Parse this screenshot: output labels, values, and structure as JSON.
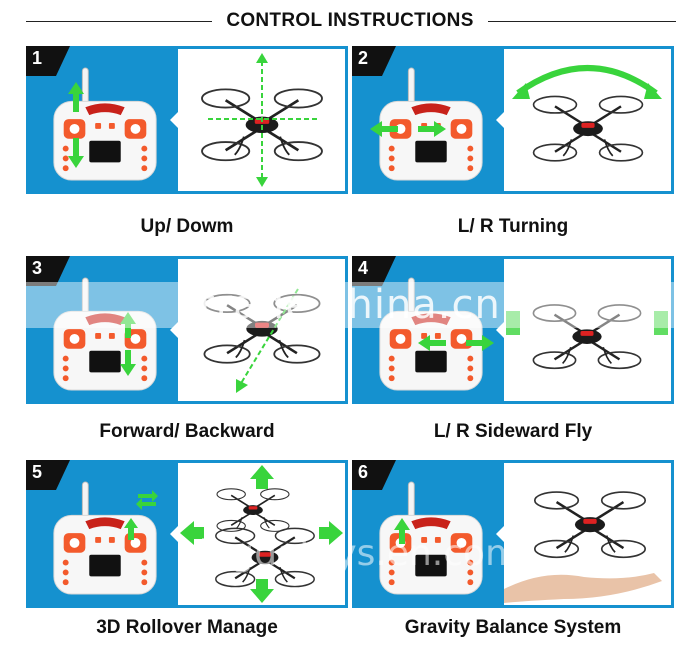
{
  "header": {
    "title": "CONTROL INSTRUCTIONS"
  },
  "panels": [
    {
      "number": "1",
      "caption": "Up/ Dowm"
    },
    {
      "number": "2",
      "caption": "L/ R Turning"
    },
    {
      "number": "3",
      "caption": "Forward/ Backward"
    },
    {
      "number": "4",
      "caption": "L/ R Sideward Fly"
    },
    {
      "number": "5",
      "caption": "3D Rollover Manage"
    },
    {
      "number": "6",
      "caption": "Gravity Balance System"
    }
  ],
  "watermarks": {
    "primary": "trade.china.cn",
    "secondary": "singdatoys.en.com"
  },
  "colors": {
    "panel_blue": "#1591cf",
    "arrow_green": "#39d43c",
    "controller_orange": "#f35a2c"
  }
}
